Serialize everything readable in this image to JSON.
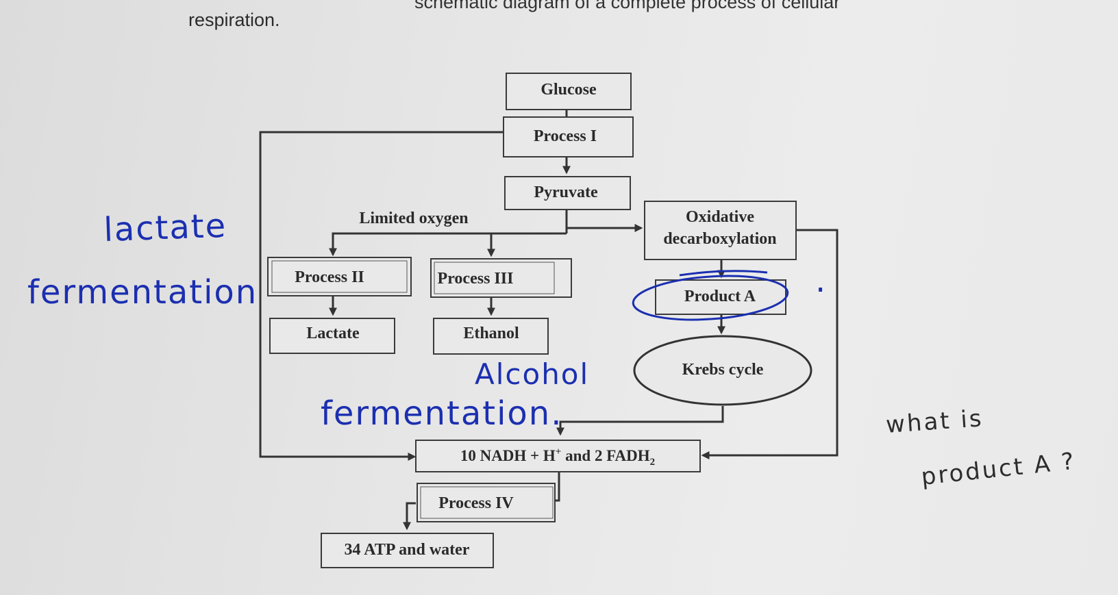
{
  "intro": {
    "line1": "schematic diagram of a complete process of cellular",
    "line2": "respiration."
  },
  "diagram": {
    "glucose": "Glucose",
    "process_1": "Process I",
    "pyruvate": "Pyruvate",
    "limited_oxygen": "Limited oxygen",
    "oxidative_line1": "Oxidative",
    "oxidative_line2": "decarboxylation",
    "process_2": "Process II",
    "process_3": "Process III",
    "product_a": "Product A",
    "lactate": "Lactate",
    "ethanol": "Ethanol",
    "krebs_cycle": "Krebs cycle",
    "nadh_prefix": "10 NADH + H",
    "nadh_sup": "+",
    "nadh_middle": " and 2 FADH",
    "nadh_sub": "2",
    "process_4": "Process IV",
    "atp_water": "34 ATP and water"
  },
  "annotations": {
    "lactate_word": "lactate",
    "fermentation_word": "fermentation",
    "alcohol_word": "Alcohol",
    "alcohol_fermentation_word": "fermentation.",
    "dot": "·",
    "question_line1": "what is",
    "question_line2": "product A ?"
  },
  "colors": {
    "ink_blue": "#1b2fb0",
    "pencil": "#2d2d2d",
    "paper": "#e6e6e6"
  }
}
